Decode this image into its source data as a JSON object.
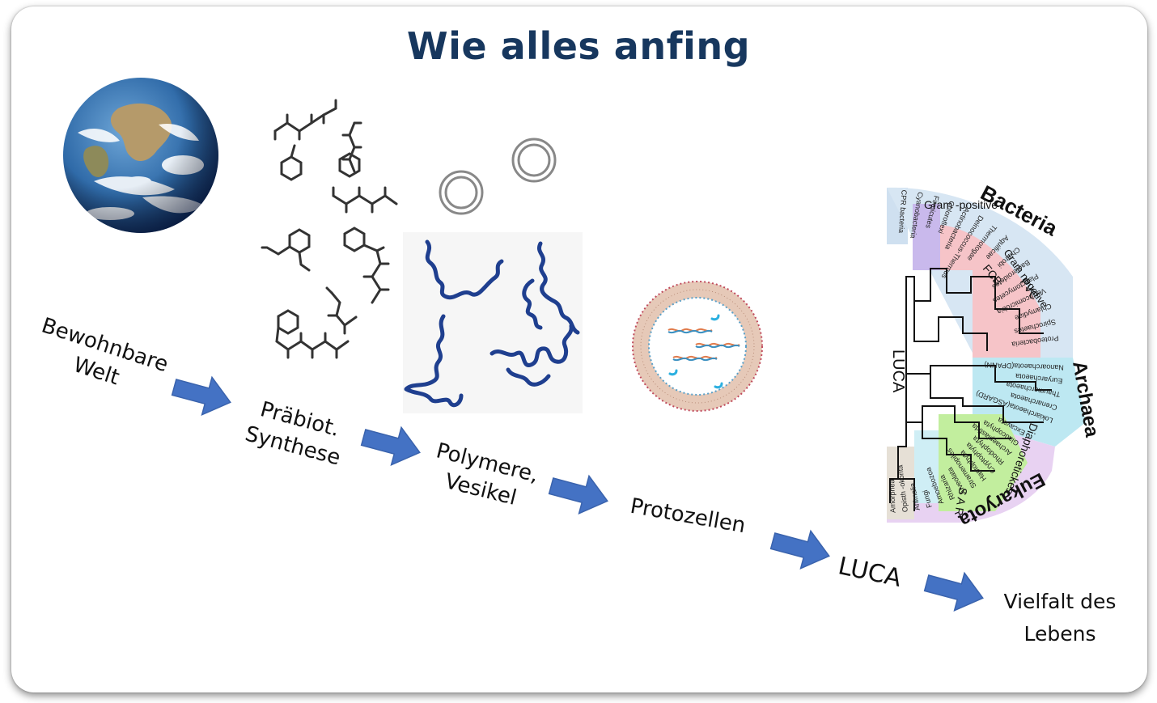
{
  "title": "Wie alles anfing",
  "colors": {
    "title": "#17375e",
    "arrow": "#4472c4",
    "polymer": "#1f3f8f"
  },
  "steps": [
    {
      "line1": "Bewohnbare",
      "line2": "Welt"
    },
    {
      "line1": "Präbiot.",
      "line2": "Synthese"
    },
    {
      "line1": "Polymere,",
      "line2": "Vesikel"
    },
    {
      "line1": "Protozellen"
    },
    {
      "line1": "LUCA"
    },
    {
      "line1": "Vielfalt des",
      "line2": "Lebens"
    }
  ],
  "tree": {
    "domains": {
      "bacteria": "Bacteria",
      "archaea": "Archaea",
      "eukaryota": "Eukaryota"
    },
    "root": "LUCA",
    "groups": {
      "gram_pos": "Gram -positive",
      "gram_neg": "Gram negative",
      "fcb": "FCB",
      "pvc": "PVC",
      "diaph": "Diaphoretickes",
      "sar": "S A R"
    },
    "bacteria_taxa": [
      "CPR bacteria",
      "Cyanobacteria",
      "Firmicutes",
      "Chloroflexi",
      "Actinobacteria",
      "Deinococcus-Thermus",
      "Thermotogae",
      "Aquificae",
      "Chlorobi",
      "Bacteroidetes",
      "Planctomycetes",
      "Verrucomicrobia",
      "Chlamydiae",
      "Spirochaetes",
      "Proteobacteria"
    ],
    "archaea_taxa": [
      "Nanoarchaeota(DPANN)",
      "Euryarchaeota",
      "Thaumarchaeota",
      "Crenarchaeota",
      "Lokiarchaeota(ASGARD)"
    ],
    "euk_taxa": [
      "Excavata",
      "Glaucophyta",
      "Archaeplastida",
      "Rhodophyta",
      "Cryptophyta",
      "Haptophyta",
      "Stramenopiles",
      "Alveolata",
      "Rhizaria",
      "Amoebozoa",
      "Fungi",
      "Animalia",
      "Opisth -okonta",
      "Amorphea"
    ]
  }
}
